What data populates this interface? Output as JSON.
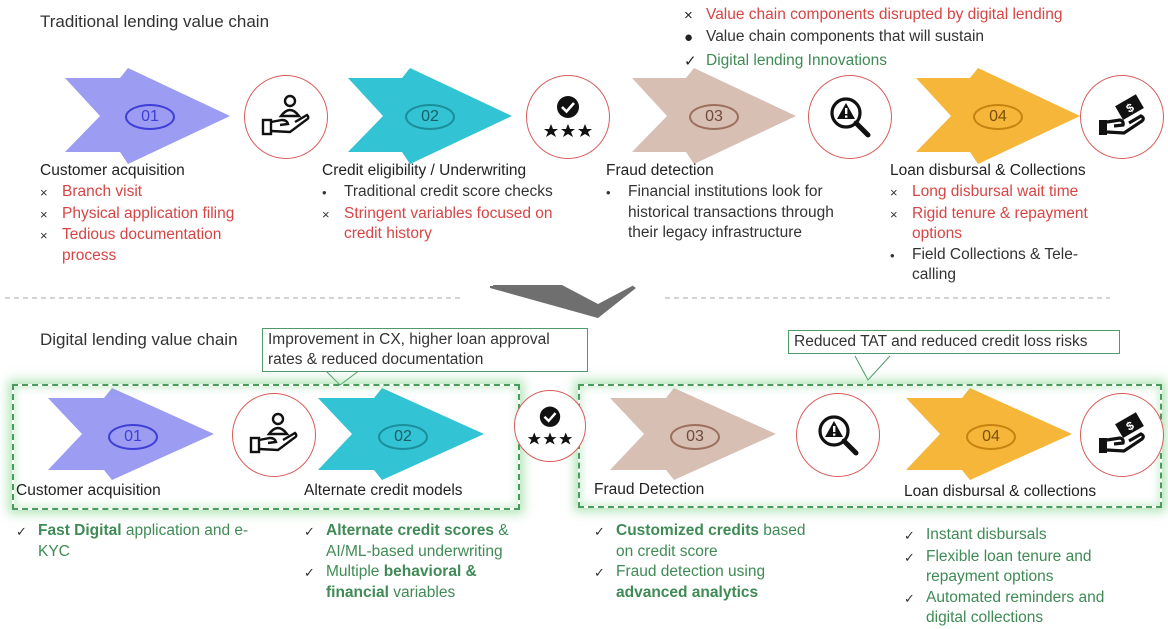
{
  "traditional": {
    "title": "Traditional lending value chain",
    "steps": [
      {
        "num": "01",
        "title": "Customer acquisition",
        "icon": "hand-person-icon",
        "bullets": [
          {
            "mark": "×",
            "text": "Branch visit",
            "style": "red"
          },
          {
            "mark": "×",
            "text": "Physical application filing",
            "style": "red"
          },
          {
            "mark": "×",
            "text": "Tedious documentation process",
            "style": "red"
          }
        ]
      },
      {
        "num": "02",
        "title": "Credit eligibility / Underwriting",
        "icon": "badge-stars-icon",
        "bullets": [
          {
            "mark": "•",
            "text": "Traditional credit score checks",
            "style": "dark"
          },
          {
            "mark": "×",
            "text": "Stringent variables focused on credit history",
            "style": "red"
          }
        ]
      },
      {
        "num": "03",
        "title": "Fraud detection",
        "icon": "magnifier-alert-icon",
        "bullets": [
          {
            "mark": "•",
            "text": "Financial institutions look for historical transactions through their legacy infrastructure",
            "style": "dark"
          }
        ]
      },
      {
        "num": "04",
        "title": "Loan disbursal & Collections",
        "icon": "hand-money-icon",
        "bullets": [
          {
            "mark": "×",
            "text": "Long disbursal wait time",
            "style": "red"
          },
          {
            "mark": "×",
            "text": "Rigid tenure & repayment options",
            "style": "red"
          },
          {
            "mark": "•",
            "text": "Field Collections & Tele-calling",
            "style": "dark"
          }
        ]
      }
    ]
  },
  "legend": [
    {
      "symbol": "×",
      "text": "Value chain components disrupted by digital lending",
      "style": "red"
    },
    {
      "symbol": "●",
      "text": "Value chain components that will sustain",
      "style": "dark"
    },
    {
      "symbol": "✓",
      "text": "Digital lending Innovations",
      "style": "green"
    }
  ],
  "digital": {
    "title": "Digital lending value chain",
    "callouts": [
      "Improvement in CX, higher loan approval rates & reduced documentation",
      "Reduced TAT and reduced credit loss risks"
    ],
    "steps": [
      {
        "num": "01",
        "title": "Customer acquisition"
      },
      {
        "num": "02",
        "title": "Alternate credit models"
      },
      {
        "num": "03",
        "title": "Fraud Detection"
      },
      {
        "num": "04",
        "title": "Loan disbursal & collections"
      }
    ],
    "bullets": [
      [
        {
          "bold": "Fast Digital",
          "rest": " application and e-KYC"
        }
      ],
      [
        {
          "bold": "Alternate credit scores",
          "rest": " & AI/ML-based underwriting"
        },
        {
          "pre": "Multiple ",
          "bold": "behavioral & financial",
          "rest": " variables"
        }
      ],
      [
        {
          "bold": "Customized credits",
          "rest": " based on credit score"
        },
        {
          "pre": "Fraud detection using ",
          "bold": "advanced analytics",
          "rest": ""
        }
      ],
      [
        {
          "pre": "Instant disbursals",
          "bold": "",
          "rest": ""
        },
        {
          "pre": "Flexible loan tenure  and repayment options",
          "bold": "",
          "rest": ""
        },
        {
          "pre": "Automated reminders and digital collections",
          "bold": "",
          "rest": ""
        }
      ]
    ]
  },
  "colors": {
    "step1": "#9b9cf2",
    "step2": "#32c3d4",
    "step3": "#d8bfb4",
    "step4": "#f5b63a",
    "accent": "#d85c5c",
    "green": "#3f8a55"
  }
}
